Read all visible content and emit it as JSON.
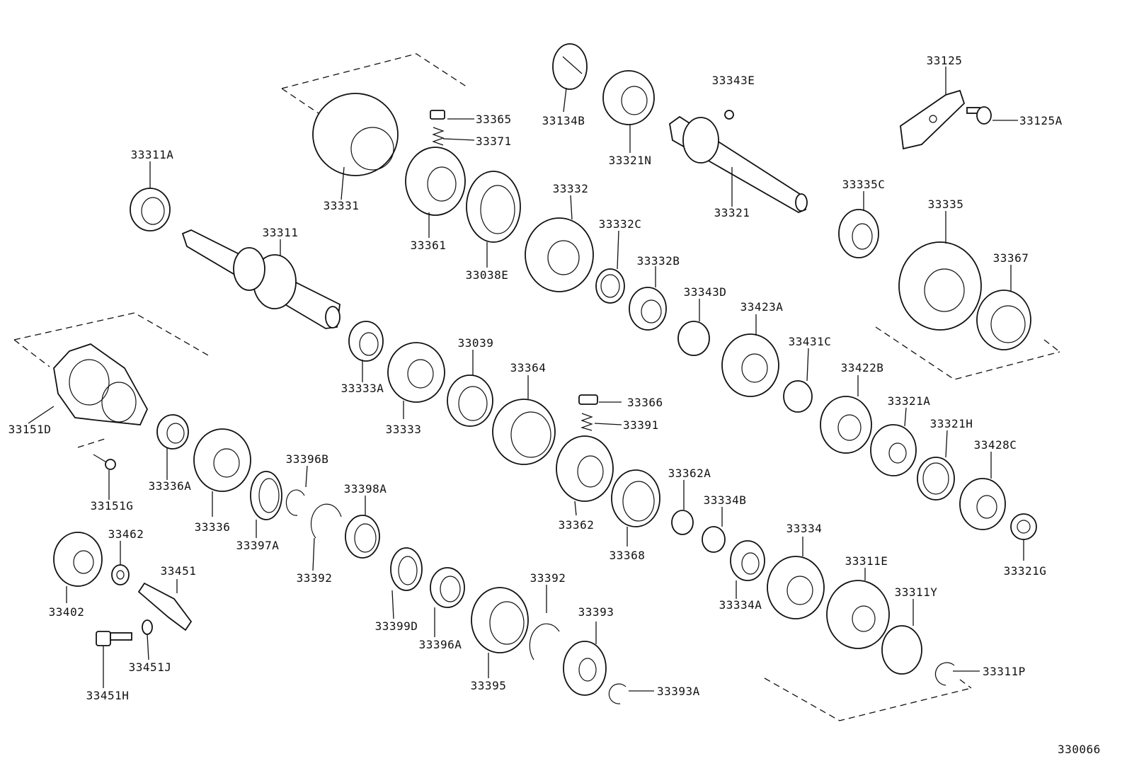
{
  "diagram": {
    "figure_code": "330066",
    "parts": {
      "p33311A": "33311A",
      "p33331": "33331",
      "p33365": "33365",
      "p33371": "33371",
      "p33134B": "33134B",
      "p33321N": "33321N",
      "p33343E": "33343E",
      "p33125": "33125",
      "p33125A": "33125A",
      "p33321": "33321",
      "p33335C": "33335C",
      "p33311": "33311",
      "p33361": "33361",
      "p33038E": "33038E",
      "p33332": "33332",
      "p33332C": "33332C",
      "p33332B": "33332B",
      "p33335": "33335",
      "p33367": "33367",
      "p33343D": "33343D",
      "p33423A": "33423A",
      "p33431C": "33431C",
      "p33422B": "33422B",
      "p33333A": "33333A",
      "p33039": "33039",
      "p33364": "33364",
      "p33333": "33333",
      "p33366": "33366",
      "p33391": "33391",
      "p33321A": "33321A",
      "p33321H": "33321H",
      "p33428C": "33428C",
      "p33151D": "33151D",
      "p33336A": "33336A",
      "p33396B": "33396B",
      "p33398A": "33398A",
      "p33362A": "33362A",
      "p33334B": "33334B",
      "p33151G": "33151G",
      "p33336": "33336",
      "p33397A": "33397A",
      "p33362": "33362",
      "p33368": "33368",
      "p33334": "33334",
      "p33462": "33462",
      "p33451": "33451",
      "p33392a": "33392",
      "p33392b": "33392",
      "p33311E": "33311E",
      "p33311Y": "33311Y",
      "p33321G": "33321G",
      "p33402": "33402",
      "p33399D": "33399D",
      "p33334A": "33334A",
      "p33393": "33393",
      "p33396A": "33396A",
      "p33451J": "33451J",
      "p33311P": "33311P",
      "p33395": "33395",
      "p33393A": "33393A",
      "p33451H": "33451H"
    }
  }
}
